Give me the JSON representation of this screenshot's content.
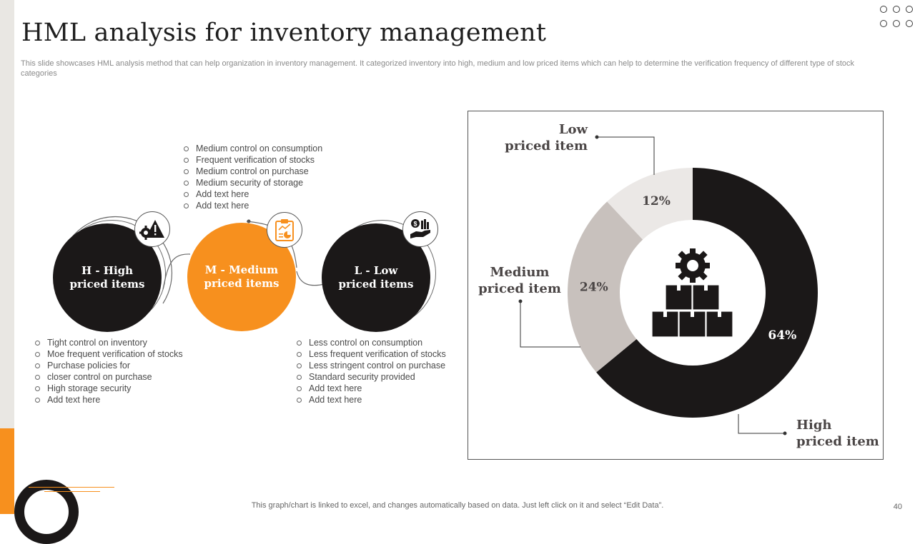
{
  "title": "HML analysis for inventory management",
  "subtitle": "This slide showcases HML analysis method that can help organization in inventory management. It categorized inventory into high, medium and low priced items which can help to determine the verification frequency of different type of stock categories",
  "circles": {
    "high": {
      "line1": "H - High",
      "line2": "priced items",
      "icon": "warning-gear-icon"
    },
    "medium": {
      "line1": "M - Medium",
      "line2": "priced items",
      "icon": "clipboard-chart-icon"
    },
    "low": {
      "line1": "L - Low",
      "line2": "priced items",
      "icon": "hand-money-icon"
    }
  },
  "bullets_medium": [
    "Medium control on consumption",
    "Frequent verification  of stocks",
    "Medium control on purchase",
    "Medium security of storage",
    "Add text here",
    "Add text here"
  ],
  "bullets_high": [
    "Tight control on inventory",
    "Moe frequent  verification  of stocks",
    "Purchase policies for",
    "closer control on purchase",
    "High storage security",
    "Add text here"
  ],
  "bullets_low": [
    "Less control on consumption",
    "Less frequent verification  of stocks",
    "Less stringent control on purchase",
    "Standard security provided",
    "Add text here",
    "Add text here"
  ],
  "chart_callouts": {
    "low": {
      "line1": "Low",
      "line2": "priced item"
    },
    "medium": {
      "line1": "Medium",
      "line2": "priced item"
    },
    "high": {
      "line1": "High",
      "line2": "priced item"
    }
  },
  "chart_data": {
    "type": "pie",
    "variant": "donut",
    "categories": [
      "High priced item",
      "Medium priced item",
      "Low priced item"
    ],
    "values": [
      64,
      24,
      12
    ],
    "labels": [
      "64%",
      "24%",
      "12%"
    ],
    "colors": [
      "#1b1818",
      "#c8c1bd",
      "#ebe8e6"
    ],
    "label_colors": [
      "#ffffff",
      "#4a4545",
      "#4a4545"
    ],
    "center_icon": "gear-boxes-icon"
  },
  "footer": "This graph/chart is linked to excel,  and changes automatically based on data. Just left click on it and select “Edit Data”.",
  "page_number": "40",
  "colors": {
    "accent": "#f7901e",
    "dark": "#1b1818",
    "strip": "#e9e7e3"
  }
}
